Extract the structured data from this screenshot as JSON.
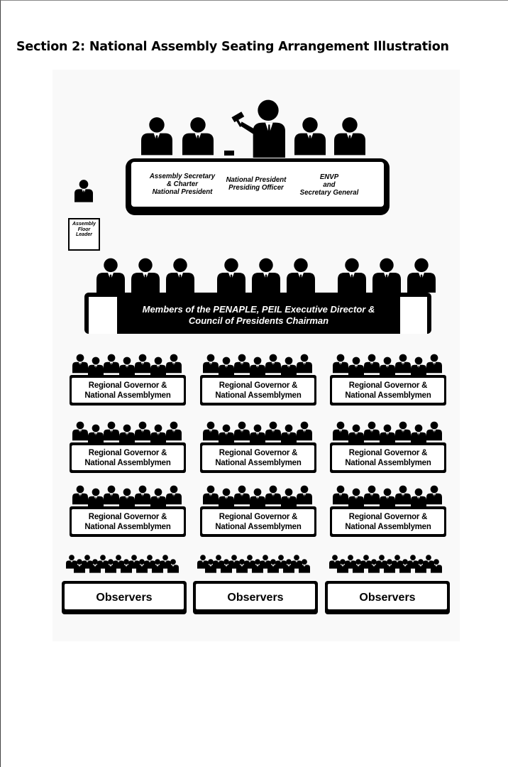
{
  "page": {
    "title": "Section 2: National Assembly Seating Arrangement Illustration"
  },
  "presidium": {
    "left": "Assembly Secretary\n& Charter\nNational President",
    "center": "National President\nPresiding Officer",
    "right": "ENVP\nand\nSecretary General"
  },
  "floor_leader": "Assembly\nFloor\nLeader",
  "members": "Members of the PENAPLE, PEIL Executive Director &\nCouncil of Presidents Chairman",
  "regional": [
    "Regional Governor &\nNational Assemblymen",
    "Regional Governor &\nNational Assemblymen",
    "Regional Governor &\nNational Assemblymen",
    "Regional Governor &\nNational Assemblymen",
    "Regional Governor &\nNational Assemblymen",
    "Regional Governor &\nNational Assemblymen",
    "Regional Governor &\nNational Assemblymen",
    "Regional Governor &\nNational Assemblymen",
    "Regional Governor &\nNational Assemblymen"
  ],
  "observers": [
    "Observers",
    "Observers",
    "Observers"
  ]
}
